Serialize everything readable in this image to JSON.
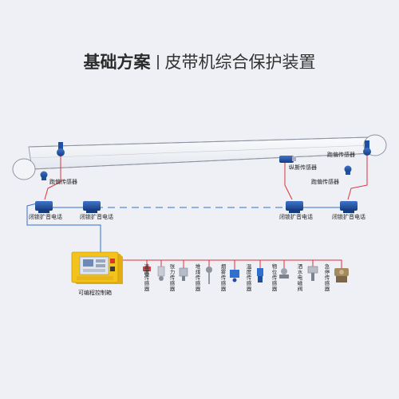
{
  "title": {
    "bold": "基础方案",
    "rest": "皮带机综合保护装置"
  },
  "labels": {
    "deviation_sensor": "跑偏传感器",
    "tear_sensor": "纵撕传感器",
    "speaker_phone": "闭锁扩音电话",
    "plc_box": "可编程控制箱"
  },
  "sensors": [
    {
      "id": "speed",
      "label": "速度传感器"
    },
    {
      "id": "tension",
      "label": "张力传感器"
    },
    {
      "id": "pile",
      "label": "堆煤传感器"
    },
    {
      "id": "smoke",
      "label": "烟雾传感器"
    },
    {
      "id": "temp",
      "label": "温度传感器"
    },
    {
      "id": "level",
      "label": "物位传感器"
    },
    {
      "id": "spray",
      "label": "洒水电磁阀"
    },
    {
      "id": "stop",
      "label": "急停传感器"
    }
  ],
  "colors": {
    "wire_red": "#e0313a",
    "wire_blue": "#2f6fd0",
    "device_blue": "#1f4fa2",
    "plc_yellow": "#f3c21b"
  }
}
